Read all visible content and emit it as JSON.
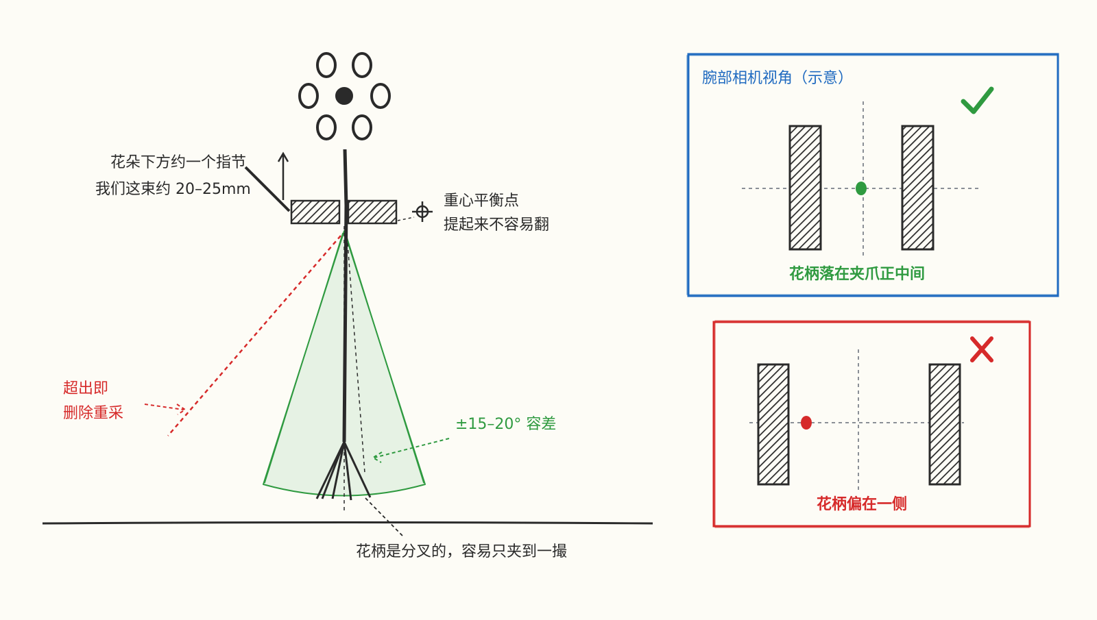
{
  "flower_note": {
    "line1": "花朵下方约一个指节",
    "line2": "我们这束约 20–25mm"
  },
  "cog_note": {
    "line1": "重心平衡点",
    "line2": "提起来不容易翻"
  },
  "delete_note": {
    "line1": "超出即",
    "line2": "删除重采"
  },
  "tolerance_note": "±15–20° 容差",
  "stem_note": "花柄是分叉的，容易只夹到一撮",
  "good_panel": {
    "title": "腕部相机视角（示意）",
    "caption": "花柄落在夹爪正中间",
    "mark_icon": "check-icon"
  },
  "bad_panel": {
    "caption": "花柄偏在一侧",
    "mark_icon": "cross-icon"
  },
  "colors": {
    "ink": "#2a2a2a",
    "red": "#d62a2a",
    "green": "#2f9a40",
    "blue": "#1f6ac0",
    "cone_fill": "#e6f2e4",
    "background": "#fdfcf6"
  }
}
